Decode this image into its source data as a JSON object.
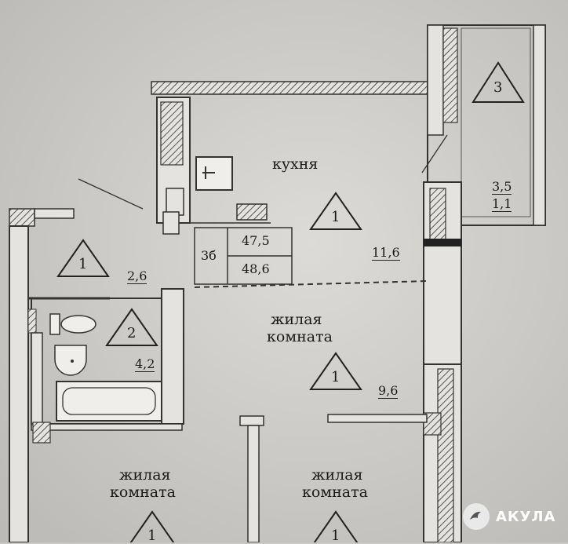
{
  "rooms": {
    "kitchen": "кухня",
    "living_1_line1": "жилая",
    "living_1_line2": "комната",
    "living_2_line1": "жилая",
    "living_2_line2": "комната",
    "living_3_line1": "жилая",
    "living_3_line2": "комната"
  },
  "areas": {
    "kitchen": "11,6",
    "living_center": "9,6",
    "hall": "2,6",
    "bathroom": "4,2",
    "balcony_a": "3,5",
    "balcony_b": "1,1"
  },
  "markers": {
    "kitchen": "1",
    "hall": "1",
    "bathroom": "2",
    "balcony": "3",
    "living_center": "1",
    "living_left": "1",
    "living_right": "1"
  },
  "apartment_table": {
    "type": "3б",
    "total_area": "47,5",
    "total_with_balcony": "48,6"
  },
  "brand": {
    "name": "АКУЛА"
  }
}
